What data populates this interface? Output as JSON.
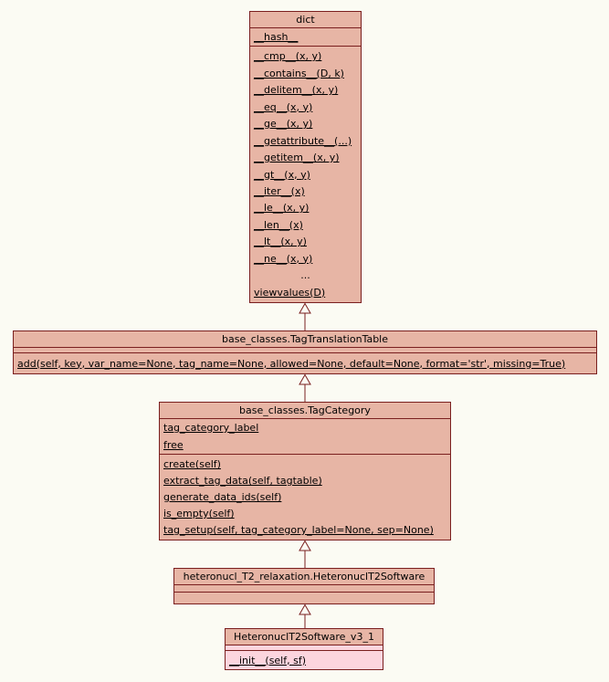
{
  "diagram": {
    "background": "#fbfbf3",
    "box_fill": "#e7b5a5",
    "highlight_fill": "#fcd5de",
    "border_color": "#7a1f1f",
    "text_color": "#000000"
  },
  "classes": {
    "dict": {
      "title": "dict",
      "attributes": [
        "__hash__"
      ],
      "methods": [
        "__cmp__(x, y)",
        "__contains__(D, k)",
        "__delitem__(x, y)",
        "__eq__(x, y)",
        "__ge__(x, y)",
        "__getattribute__(...)",
        "__getitem__(x, y)",
        "__gt__(x, y)",
        "__iter__(x)",
        "__le__(x, y)",
        "__len__(x)",
        "__lt__(x, y)",
        "__ne__(x, y)",
        "...",
        "viewvalues(D)"
      ]
    },
    "tag_translation_table": {
      "title": "base_classes.TagTranslationTable",
      "methods": [
        "add(self, key, var_name=None, tag_name=None, allowed=None, default=None, format='str', missing=True)"
      ]
    },
    "tag_category": {
      "title": "base_classes.TagCategory",
      "attributes": [
        "tag_category_label",
        "free"
      ],
      "methods": [
        "create(self)",
        "extract_tag_data(self, tagtable)",
        "generate_data_ids(self)",
        "is_empty(self)",
        "tag_setup(self, tag_category_label=None, sep=None)"
      ]
    },
    "heteronucl_t2_software": {
      "title": "heteronucl_T2_relaxation.HeteronuclT2Software"
    },
    "heteronucl_t2_software_v3_1": {
      "title": "HeteronuclT2Software_v3_1",
      "methods": [
        "__init__(self, sf)"
      ]
    }
  }
}
